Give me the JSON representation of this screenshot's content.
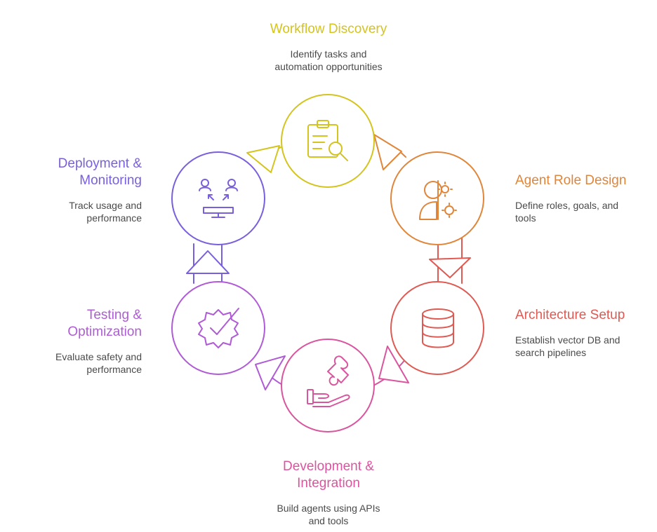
{
  "colors": {
    "discovery": "#D4C41F",
    "role": "#E0863A",
    "architecture": "#DE5A52",
    "development": "#D9559E",
    "testing": "#B05BD6",
    "deployment": "#7A5FDD"
  },
  "stages": {
    "discovery": {
      "title": "Workflow Discovery",
      "desc_line1": "Identify tasks and",
      "desc_line2": "automation opportunities",
      "icon": "clipboard-search-icon"
    },
    "role": {
      "title": "Agent Role Design",
      "desc_line1": "Define roles, goals, and",
      "desc_line2": "tools",
      "icon": "head-gears-icon"
    },
    "architecture": {
      "title": "Architecture Setup",
      "desc_line1": "Establish vector DB and",
      "desc_line2": "search pipelines",
      "icon": "database-icon"
    },
    "development": {
      "title_line1": "Development &",
      "title_line2": "Integration",
      "desc_line1": "Build agents using APIs",
      "desc_line2": "and tools",
      "icon": "puzzle-hand-icon"
    },
    "testing": {
      "title_line1": "Testing &",
      "title_line2": "Optimization",
      "desc_line1": "Evaluate safety and",
      "desc_line2": "performance",
      "icon": "badge-check-icon"
    },
    "deployment": {
      "title_line1": "Deployment &",
      "title_line2": "Monitoring",
      "desc_line1": "Track usage and",
      "desc_line2": "performance",
      "icon": "users-monitor-icon"
    }
  }
}
